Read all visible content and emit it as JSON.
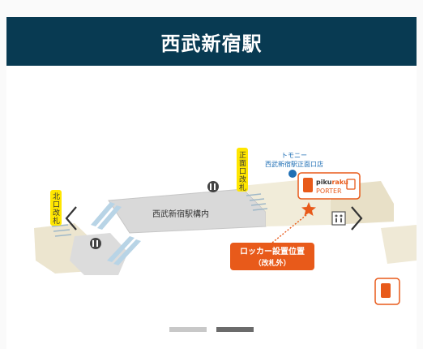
{
  "header": {
    "title": "西武新宿駅"
  },
  "map": {
    "concourse_label": "西武新宿駅構内",
    "north_gate_label": "北口改札",
    "main_gate_label": "正面口改札",
    "tomonii_name": "トモニー",
    "tomonii_branch": "西武新宿駅正面口店",
    "brand_prefix": "piku",
    "brand_suffix": "raku",
    "brand_sub": "PORTER",
    "locker_line1": "ロッカー設置位置",
    "locker_line2": "（改札外）"
  },
  "carousel": {
    "prev_label": "‹",
    "next_label": "›",
    "slides": 2,
    "active_slide": 2
  },
  "colors": {
    "header_bg": "#083a52",
    "accent_orange": "#e85a1a",
    "gate_yellow": "#ffe600",
    "dot_blue": "#1f6fb5"
  }
}
